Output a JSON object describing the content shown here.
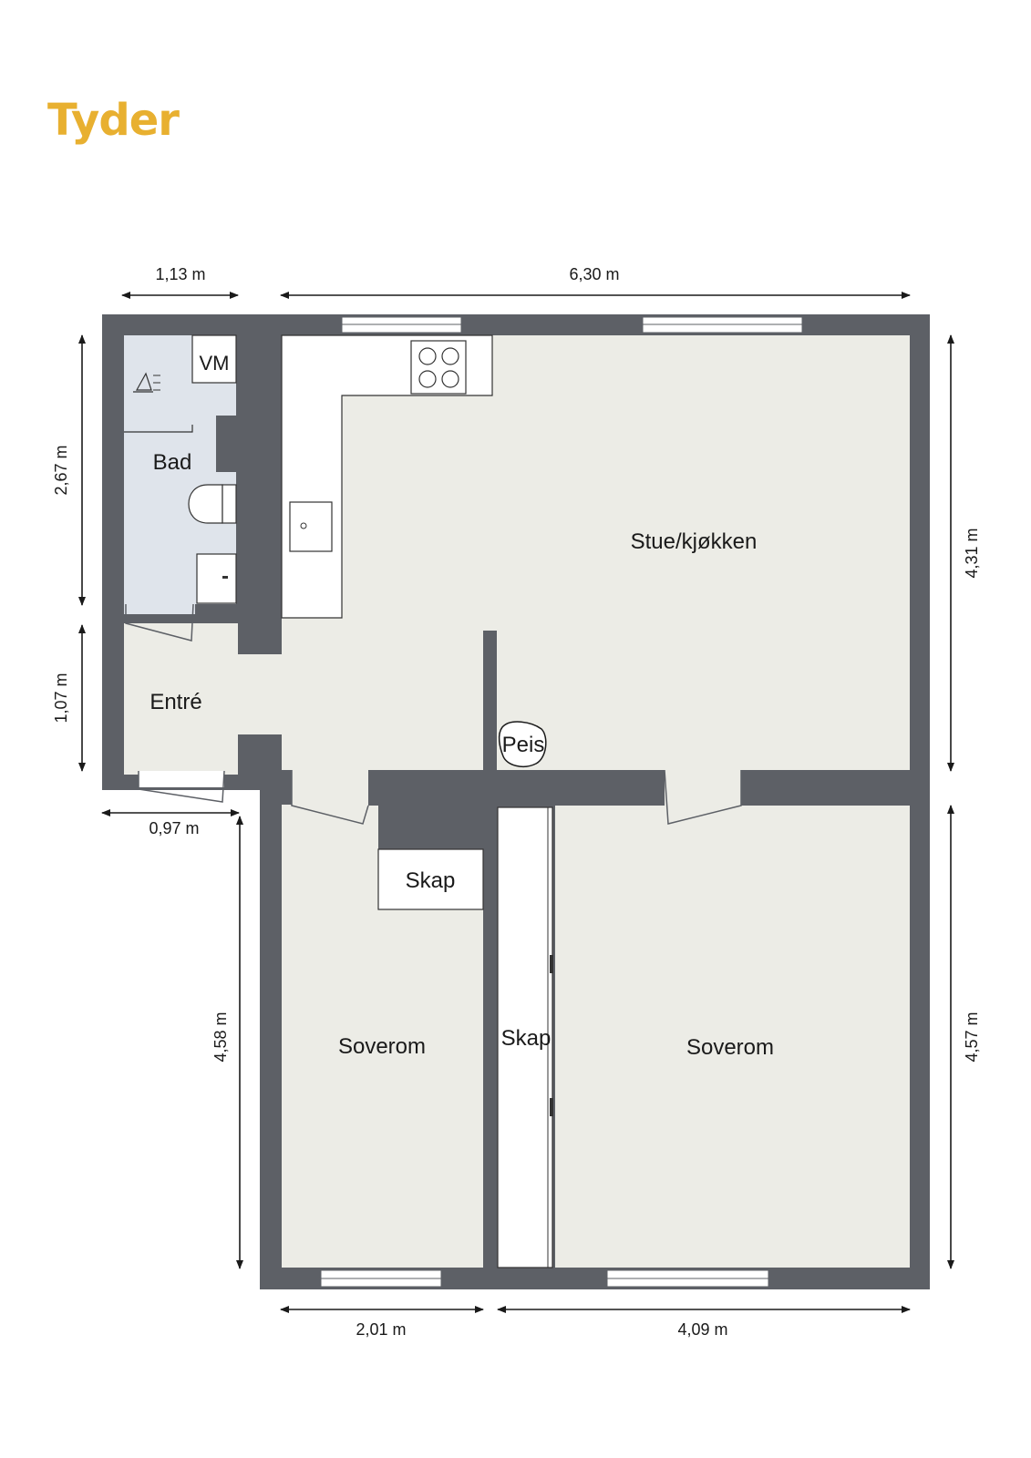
{
  "brand": {
    "name": "Tyder",
    "color": "#e8b030"
  },
  "colors": {
    "wall": "#5d6066",
    "floor": "#ecece6",
    "bathroom_floor": "#dfe4eb"
  },
  "rooms": {
    "bad": "Bad",
    "vm": "VM",
    "entre": "Entré",
    "stue_kjokken": "Stue/kjøkken",
    "peis": "Peis",
    "skap_1": "Skap",
    "skap_2": "Skap",
    "soverom_1": "Soverom",
    "soverom_2": "Soverom"
  },
  "dimensions": {
    "top_left": "1,13 m",
    "top_right": "6,30 m",
    "left_upper": "2,67 m",
    "left_lower": "1,07 m",
    "entry_bottom": "0,97 m",
    "bedroom1_height": "4,58 m",
    "right_upper": "4,31 m",
    "right_lower": "4,57 m",
    "bottom_left": "2,01 m",
    "bottom_right": "4,09 m"
  }
}
